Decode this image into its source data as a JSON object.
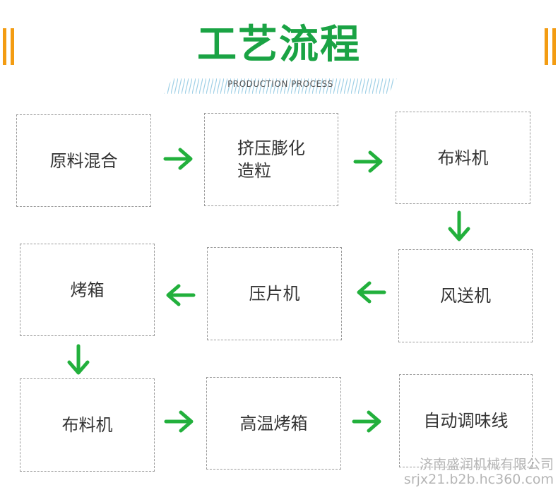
{
  "header": {
    "title": "工艺流程",
    "subtitle": "PRODUCTION PROCESS"
  },
  "colors": {
    "accent": "#f39c12",
    "title_green": "#1aa344",
    "arrow_green": "#22b03c",
    "box_border": "#9a9a9a"
  },
  "steps": [
    {
      "label": "原料混合"
    },
    {
      "label": "挤压膨化\n造粒"
    },
    {
      "label": "布料机"
    },
    {
      "label": "烤箱"
    },
    {
      "label": "压片机"
    },
    {
      "label": "风送机"
    },
    {
      "label": "布料机"
    },
    {
      "label": "高温烤箱"
    },
    {
      "label": "自动调味线"
    }
  ],
  "watermark": {
    "company": "济南盛润机械有限公司",
    "site": "srjx21.b2b.hc360.com"
  }
}
